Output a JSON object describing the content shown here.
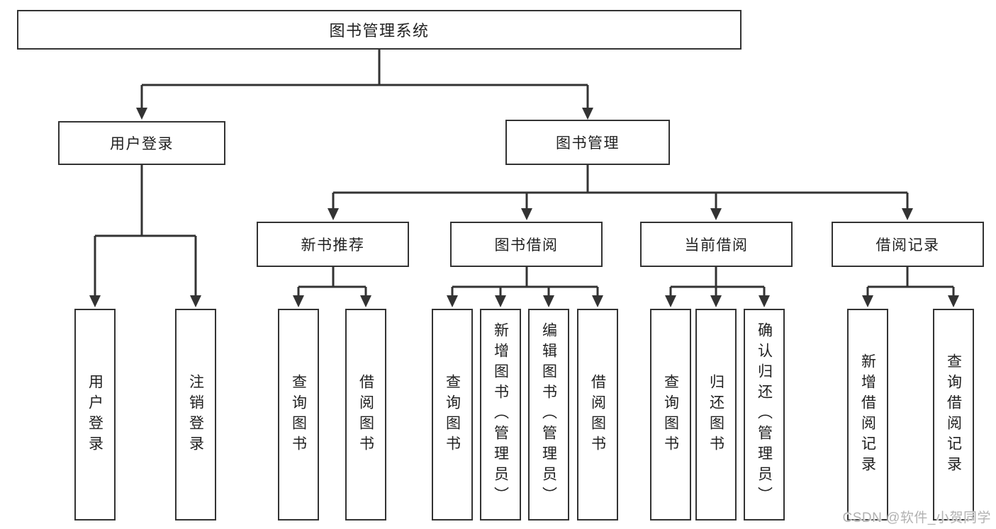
{
  "tree": {
    "label": "图书管理系统",
    "children": [
      {
        "label": "用户登录",
        "children": [
          {
            "label": "用户登录"
          },
          {
            "label": "注销登录"
          }
        ]
      },
      {
        "label": "图书管理",
        "children": [
          {
            "label": "新书推荐",
            "children": [
              {
                "label": "查询图书"
              },
              {
                "label": "借阅图书"
              }
            ]
          },
          {
            "label": "图书借阅",
            "children": [
              {
                "label": "查询图书"
              },
              {
                "label": "新增图书（管理员）"
              },
              {
                "label": "编辑图书（管理员）"
              },
              {
                "label": "借阅图书"
              }
            ]
          },
          {
            "label": "当前借阅",
            "children": [
              {
                "label": "查询图书"
              },
              {
                "label": "归还图书"
              },
              {
                "label": "确认归还（管理员）"
              }
            ]
          },
          {
            "label": "借阅记录",
            "children": [
              {
                "label": "新增借阅记录"
              },
              {
                "label": "查询借阅记录"
              }
            ]
          }
        ]
      }
    ]
  },
  "watermark": "CSDN @软件_小贺同学",
  "colors": {
    "line": "#333333",
    "box_border": "#333333",
    "box_fill": "#ffffff",
    "text": "#212121",
    "watermark": "#b2b2b2",
    "background": "#ffffff"
  }
}
